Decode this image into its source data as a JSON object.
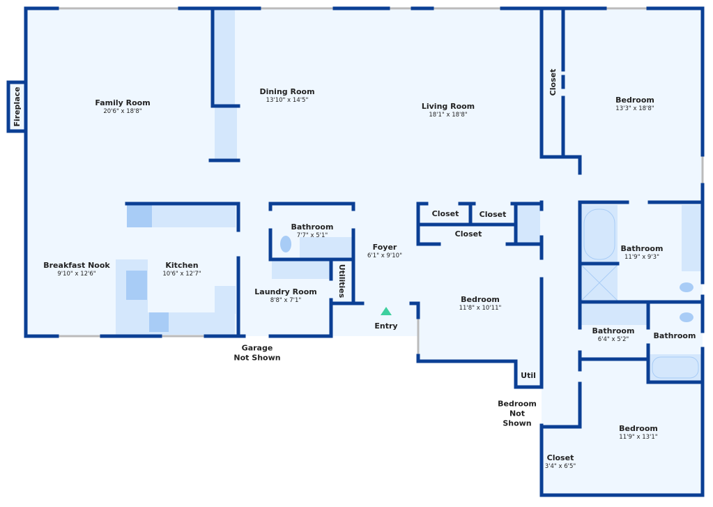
{
  "colors": {
    "wall": "#0b3f94",
    "floor": "#eff7ff",
    "fixture": "#d4e7fc",
    "fixture_dark": "#a8ccf6",
    "entry": "#3ecf9e"
  },
  "rooms": {
    "family_room": {
      "name": "Family Room",
      "dims": "20'6\" x 18'8\""
    },
    "dining_room": {
      "name": "Dining Room",
      "dims": "13'10\" x 14'5\""
    },
    "living_room": {
      "name": "Living Room",
      "dims": "18'1\" x 18'8\""
    },
    "closet_top": {
      "name": "Closet"
    },
    "bedroom_1": {
      "name": "Bedroom",
      "dims": "13'3\" x 18'8\""
    },
    "fireplace": {
      "name": "Fireplace"
    },
    "breakfast_nook": {
      "name": "Breakfast Nook",
      "dims": "9'10\" x 12'6\""
    },
    "kitchen": {
      "name": "Kitchen",
      "dims": "10'6\" x 12'7\""
    },
    "bathroom_1": {
      "name": "Bathroom",
      "dims": "7'7\" x 5'1\""
    },
    "laundry_room": {
      "name": "Laundry Room",
      "dims": "8'8\" x 7'1\""
    },
    "utilities": {
      "name": "Utilities"
    },
    "foyer": {
      "name": "Foyer",
      "dims": "6'1\" x 9'10\""
    },
    "closet_a": {
      "name": "Closet"
    },
    "closet_b": {
      "name": "Closet"
    },
    "closet_c": {
      "name": "Closet"
    },
    "bedroom_2": {
      "name": "Bedroom",
      "dims": "11'8\" x 10'11\""
    },
    "bathroom_2": {
      "name": "Bathroom",
      "dims": "11'9\" x 9'3\""
    },
    "bathroom_3": {
      "name": "Bathroom",
      "dims": "6'4\" x 5'2\""
    },
    "bathroom_4": {
      "name": "Bathroom"
    },
    "util": {
      "name": "Util"
    },
    "bedroom_3": {
      "name": "Bedroom",
      "dims": "11'9\" x 13'1\""
    },
    "closet_d": {
      "name": "Closet",
      "dims": "3'4\" x 6'5\""
    }
  },
  "notes": {
    "entry": "Entry",
    "garage_line1": "Garage",
    "garage_line2": "Not Shown",
    "bedroom_ns_line1": "Bedroom",
    "bedroom_ns_line2": "Not",
    "bedroom_ns_line3": "Shown"
  }
}
